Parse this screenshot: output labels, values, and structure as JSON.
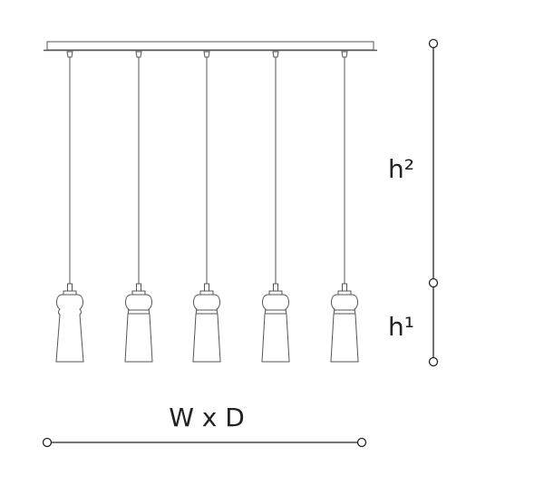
{
  "labels": {
    "h2": "h²",
    "h1": "h¹",
    "width_depth": "W x D"
  },
  "pendant_count": 5,
  "colors": {
    "line": "#555555",
    "dimension": "#222222"
  }
}
